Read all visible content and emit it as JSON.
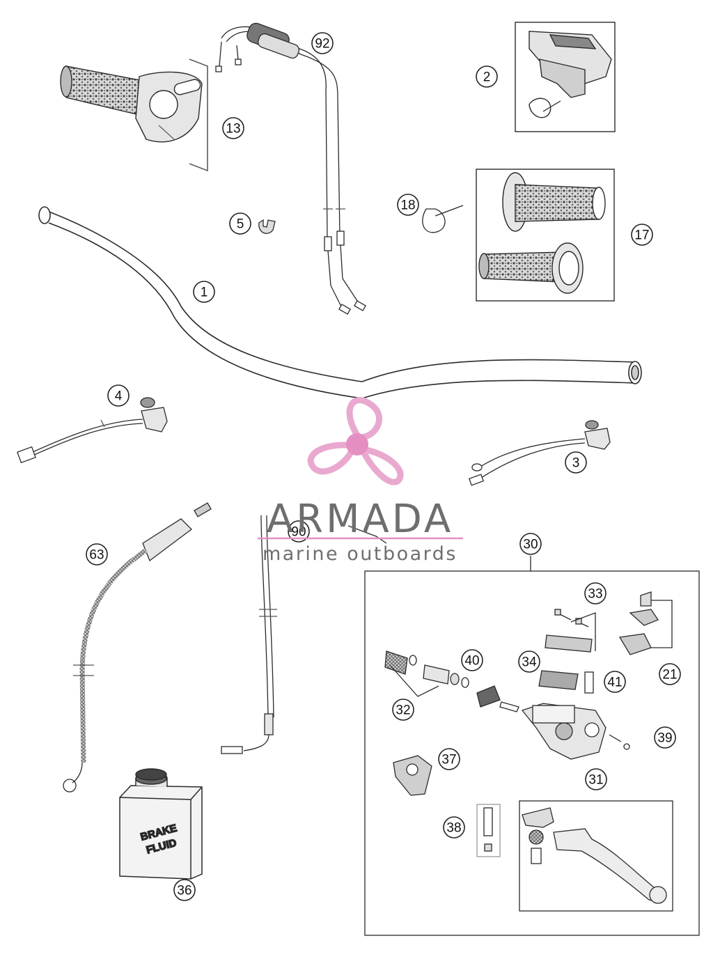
{
  "callouts": [
    {
      "id": "92",
      "label": "92"
    },
    {
      "id": "13",
      "label": "13"
    },
    {
      "id": "2",
      "label": "2"
    },
    {
      "id": "18",
      "label": "18"
    },
    {
      "id": "5",
      "label": "5"
    },
    {
      "id": "17",
      "label": "17"
    },
    {
      "id": "1",
      "label": "1"
    },
    {
      "id": "4",
      "label": "4"
    },
    {
      "id": "3",
      "label": "3"
    },
    {
      "id": "63",
      "label": "63"
    },
    {
      "id": "90",
      "label": "90"
    },
    {
      "id": "30",
      "label": "30"
    },
    {
      "id": "33",
      "label": "33"
    },
    {
      "id": "21",
      "label": "21"
    },
    {
      "id": "40",
      "label": "40"
    },
    {
      "id": "34",
      "label": "34"
    },
    {
      "id": "41",
      "label": "41"
    },
    {
      "id": "32",
      "label": "32"
    },
    {
      "id": "39",
      "label": "39"
    },
    {
      "id": "37",
      "label": "37"
    },
    {
      "id": "31",
      "label": "31"
    },
    {
      "id": "38",
      "label": "38"
    },
    {
      "id": "36",
      "label": "36"
    }
  ],
  "bottle": {
    "line1": "BRAKE",
    "line2": "FLUID"
  },
  "watermark": {
    "brand": "ARMADA",
    "tagline": "marine outboards",
    "color_text": "#6e6e6e",
    "color_logo": "#e9a9cf",
    "color_hub": "#e48fc1",
    "color_rule": "#e48fc1"
  },
  "colors": {
    "line": "#2a2a2a",
    "fill_light": "#e6e6e6",
    "fill_mid": "#b8b8b8",
    "fill_dark": "#555555"
  }
}
